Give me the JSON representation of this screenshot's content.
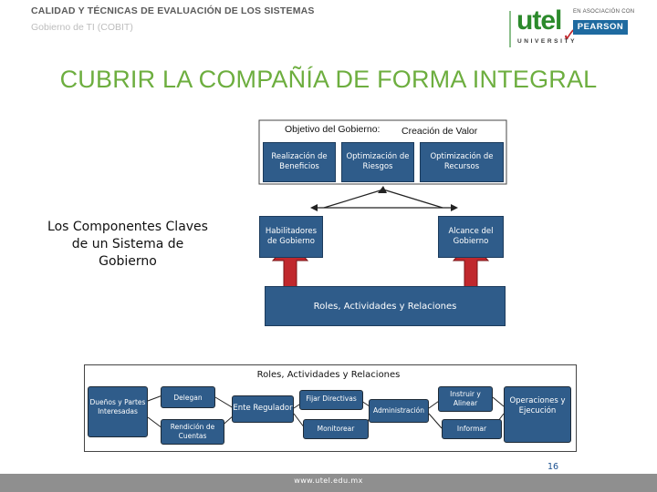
{
  "header": {
    "title": "CALIDAD Y TÉCNICAS DE EVALUACIÓN DE LOS SISTEMAS",
    "subtitle": "Gobierno de TI (COBIT)"
  },
  "logo": {
    "brand": "utel",
    "university": "UNIVERSITY",
    "association": "EN ASOCIACIÓN CON",
    "partner": "PEARSON",
    "accent_color": "#2c8a2c",
    "partner_color": "#1e6aa0"
  },
  "slide": {
    "title": "CUBRIR LA COMPAÑÍA DE FORMA INTEGRAL",
    "title_color": "#6dae3f",
    "page_number": "16"
  },
  "diagram": {
    "objective_label": "Objetivo del Gobierno:",
    "value_label": "Creación de Valor",
    "side_label": "Los Componentes Claves de un Sistema de Gobierno",
    "top_boxes": [
      "Realización de Beneficios",
      "Optimización de Riesgos",
      "Optimización de Recursos"
    ],
    "left_box": "Habilitadores de Gobierno",
    "right_box": "Alcance del Gobierno",
    "bottom_box": "Roles, Actividades y Relaciones",
    "box_color": "#2f5c8a",
    "arrow_color": "#c0282d"
  },
  "detail": {
    "title": "Roles, Actividades y Relaciones",
    "owners": "Dueños y Partes Interesadas",
    "delegate": "Delegan",
    "accountability": "Rendición de Cuentas",
    "governing_body": "Ente Regulador",
    "set_direction": "Fijar Directivas",
    "monitor": "Monitorear",
    "management": "Administración",
    "instruct": "Instruir y Alinear",
    "report": "Informar",
    "operations": "Operaciones y Ejecución"
  },
  "footer": {
    "url": "www.utel.edu.mx",
    "bar_color": "#8f8f8f"
  }
}
